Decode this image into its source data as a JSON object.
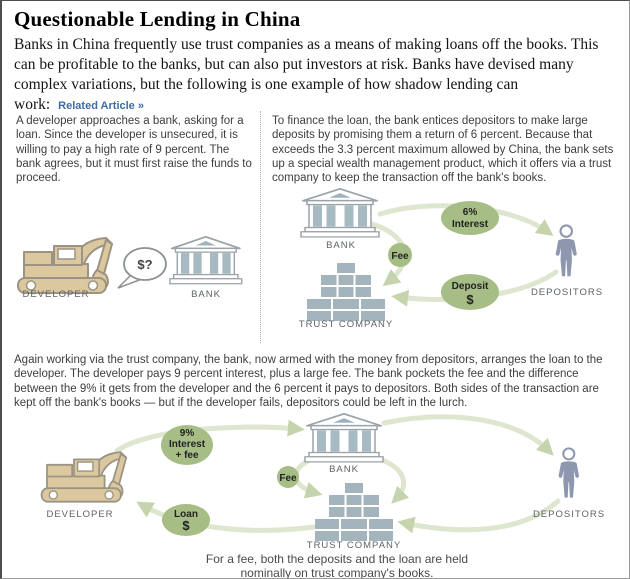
{
  "page": {
    "title": "Questionable Lending in China",
    "intro": "Banks in China frequently use trust companies as a means of making loans off the books. This can be profitable to the banks, but can also put investors at risk. Banks have devised many complex variations, but the following is one example of how shadow lending can work:",
    "related_link": "Related Article »"
  },
  "colors": {
    "bubble_green": "#a6bd85",
    "arrow_green": "#dee6cf",
    "arrowhead_green": "#c6d4ad",
    "building_blue_gray": "#a3b4bd",
    "person_gray": "#8d97ad",
    "excavator_tan": "#dcc89e",
    "link_blue": "#3d6ca5",
    "label_gray": "#5d6267"
  },
  "step1": {
    "text": "A developer approaches a bank, asking for a loan. Since the developer is unsecured, it is willing to pay a high rate of 9 percent. The bank agrees, but it must first raise the funds to proceed.",
    "developer_label": "DEVELOPER",
    "bank_label": "BANK",
    "bubble": "$?"
  },
  "step2": {
    "text": "To finance the loan, the bank entices depositors to make large deposits by promising them a return of 6 percent. Because that exceeds the 3.3 percent maximum allowed by China, the bank sets up a special wealth management product, which it offers via a trust company to keep the transaction off the bank's books.",
    "bank_label": "BANK",
    "trust_label": "TRUST COMPANY",
    "depositors_label": "DEPOSITORS",
    "interest_line1": "6%",
    "interest_line2": "Interest",
    "fee": "Fee",
    "deposit_line1": "Deposit",
    "deposit_line2": "$"
  },
  "step3": {
    "text": "Again working via the trust company, the bank, now armed with the money from depositors, arranges the loan to the developer. The developer pays 9 percent interest, plus a large fee. The bank pockets the fee and the difference between the 9% it gets from the developer and the 6 percent it pays to depositors. Both sides of the transaction are kept off the bank's books — but if the developer fails, depositors could be left in the lurch.",
    "developer_label": "DEVELOPER",
    "bank_label": "BANK",
    "trust_label": "TRUST COMPANY",
    "depositors_label": "DEPOSITORS",
    "interest_line1": "9%",
    "interest_line2": "Interest",
    "interest_line3": "+ fee",
    "fee": "Fee",
    "loan_line1": "Loan",
    "loan_line2": "$",
    "caption_line1": "For a fee, both the deposits and the loan are held",
    "caption_line2": "nominally on trust company's books."
  }
}
